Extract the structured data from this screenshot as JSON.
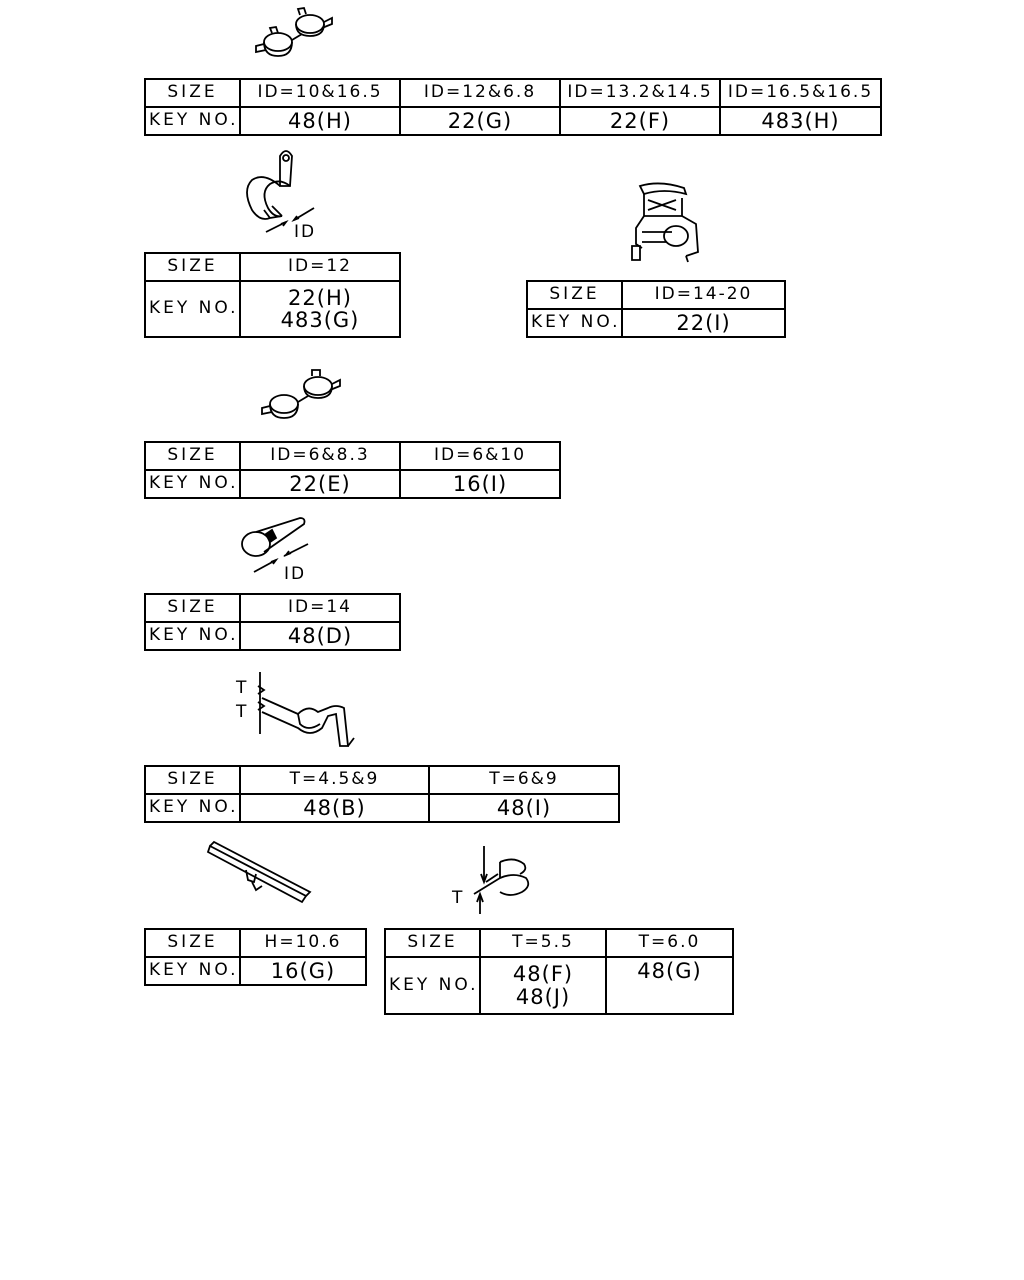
{
  "tables": [
    {
      "size_label": "SIZE",
      "key_label": "KEY NO.",
      "columns": [
        {
          "size": "ID=10&16.5",
          "keys": [
            "48(H)"
          ]
        },
        {
          "size": "ID=12&6.8",
          "keys": [
            "22(G)"
          ]
        },
        {
          "size": "ID=13.2&14.5",
          "keys": [
            "22(F)"
          ]
        },
        {
          "size": "ID=16.5&16.5",
          "keys": [
            "483(H)"
          ]
        }
      ]
    },
    {
      "size_label": "SIZE",
      "key_label": "KEY NO.",
      "columns": [
        {
          "size": "ID=12",
          "keys": [
            "22(H)",
            "483(G)"
          ]
        }
      ]
    },
    {
      "size_label": "SIZE",
      "key_label": "KEY NO.",
      "columns": [
        {
          "size": "ID=14-20",
          "keys": [
            "22(I)"
          ]
        }
      ]
    },
    {
      "size_label": "SIZE",
      "key_label": "KEY NO.",
      "columns": [
        {
          "size": "ID=6&8.3",
          "keys": [
            "22(E)"
          ]
        },
        {
          "size": "ID=6&10",
          "keys": [
            "16(I)"
          ]
        }
      ]
    },
    {
      "size_label": "SIZE",
      "key_label": "KEY NO.",
      "columns": [
        {
          "size": "ID=14",
          "keys": [
            "48(D)"
          ]
        }
      ]
    },
    {
      "size_label": "SIZE",
      "key_label": "KEY NO.",
      "columns": [
        {
          "size": "T=4.5&9",
          "keys": [
            "48(B)"
          ]
        },
        {
          "size": "T=6&9",
          "keys": [
            "48(I)"
          ]
        }
      ]
    },
    {
      "size_label": "SIZE",
      "key_label": "KEY NO.",
      "columns": [
        {
          "size": "H=10.6",
          "keys": [
            "16(G)"
          ]
        }
      ]
    },
    {
      "size_label": "SIZE",
      "key_label": "KEY NO.",
      "columns": [
        {
          "size": "T=5.5",
          "keys": [
            "48(F)",
            "48(J)"
          ]
        },
        {
          "size": "T=6.0",
          "keys": [
            "48(G)"
          ]
        }
      ]
    }
  ],
  "dimension_labels": {
    "single_clip_id": "ID",
    "pipe_clip_id": "ID",
    "bracket_t_upper": "T",
    "bracket_t_lower": "T",
    "spring_clip_t": "T"
  }
}
